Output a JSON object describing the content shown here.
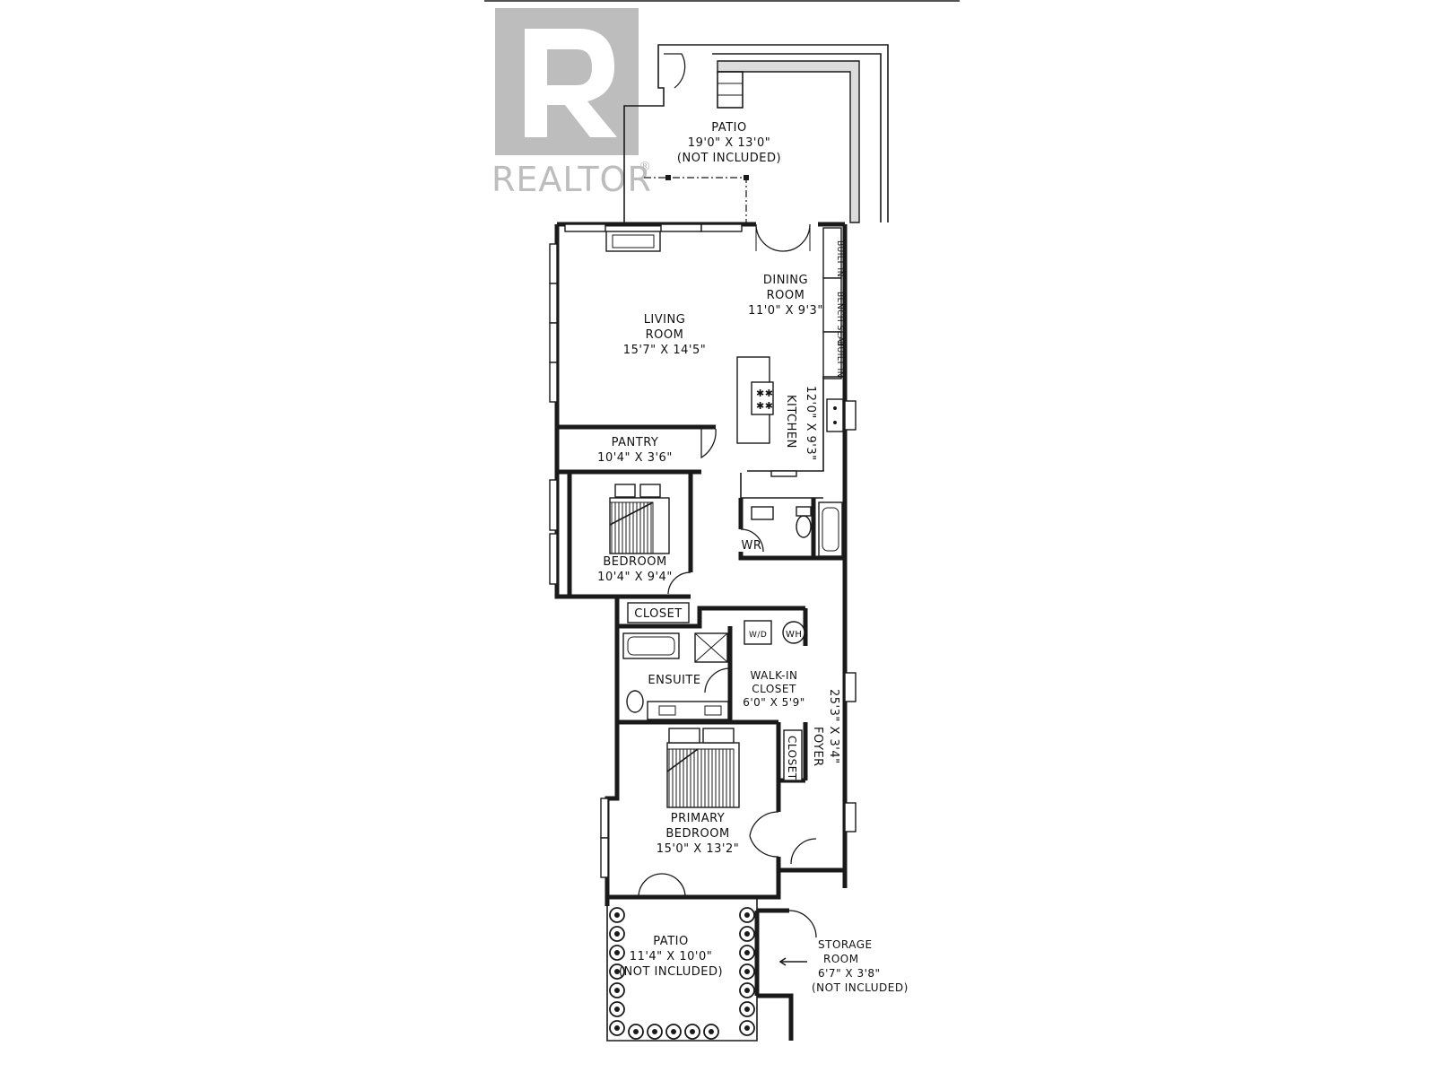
{
  "watermark": {
    "brand": "REALTOR",
    "registered_mark": "®",
    "color": "#bdbdbd"
  },
  "rooms": {
    "patio_top": {
      "name": "PATIO",
      "size": "19'0\" X 13'0\"",
      "note": "(NOT INCLUDED)"
    },
    "dining": {
      "name_line1": "DINING",
      "name_line2": "ROOM",
      "size": "11'0\" X 9'3\""
    },
    "living": {
      "name_line1": "LIVING",
      "name_line2": "ROOM",
      "size": "15'7\" X 14'5\""
    },
    "kitchen": {
      "name": "KITCHEN",
      "size": "12'0\" X 9'3\""
    },
    "pantry": {
      "name": "PANTRY",
      "size": "10'4\" X 3'6\""
    },
    "bedroom": {
      "name": "BEDROOM",
      "size": "10'4\" X 9'4\""
    },
    "wr": {
      "name": "WR"
    },
    "closet_1": {
      "name": "CLOSET"
    },
    "ensuite": {
      "name": "ENSUITE"
    },
    "walk_in": {
      "name_line1": "WALK-IN",
      "name_line2": "CLOSET",
      "size": "6'0\" X 5'9\""
    },
    "closet_2": {
      "name": "CLOSET"
    },
    "foyer": {
      "name": "FOYER",
      "size": "25'3\" X 3'4\""
    },
    "primary": {
      "name_line1": "PRIMARY",
      "name_line2": "BEDROOM",
      "size": "15'0\" X 13'2\""
    },
    "patio_bottom": {
      "name": "PATIO",
      "size": "11'4\" X 10'0\"",
      "note": "(NOT INCLUDED)"
    },
    "storage": {
      "name_line1": "STORAGE",
      "name_line2": "ROOM",
      "size": "6'7\" X 3'8\"",
      "note": "(NOT INCLUDED)"
    }
  },
  "fixtures": {
    "built_in": "BUILT IN",
    "bench_seat": "BENCH SEAT",
    "washer_dryer": "W/D",
    "water_heater": "WH"
  }
}
